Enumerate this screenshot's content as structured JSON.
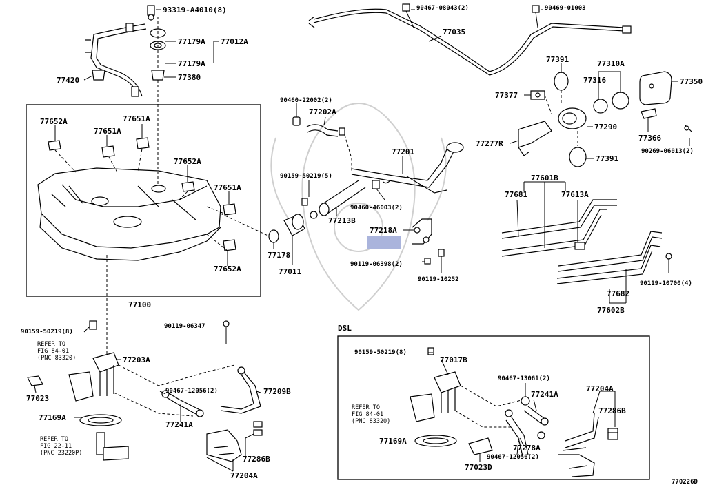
{
  "labels": {
    "p93319": "93319-A4010(8)",
    "p77179a_1": "77179A",
    "p77179a_2": "77179A",
    "p77012a": "77012A",
    "p77420": "77420",
    "p77380": "77380",
    "p77652a_1": "77652A",
    "p77651a_1": "77651A",
    "p77651a_2": "77651A",
    "p77652a_2": "77652A",
    "p77651a_3": "77651A",
    "p77652a_3": "77652A",
    "p77100": "77100",
    "p90460_22002": "90460-22002(2)",
    "p77202a": "77202A",
    "p90467_08043": "90467-08043(2)",
    "p90469_01003": "90469-01003",
    "p77035": "77035",
    "p77201": "77201",
    "p90159_50219_top": "90159-50219(5)",
    "p77213b": "77213B",
    "p90460_46003": "90460-46003(2)",
    "p77218a": "77218A",
    "p77178": "77178",
    "p77011": "77011",
    "p90119_06398": "90119-06398(2)",
    "p90119_10252": "90119-10252",
    "p77391_1": "77391",
    "p77377": "77377",
    "p77310a": "77310A",
    "p77316": "77316",
    "p77350": "77350",
    "p77290": "77290",
    "p77277r": "77277R",
    "p77366": "77366",
    "p77391_2": "77391",
    "p90269_06013": "90269-06013(2)",
    "p77601b": "77601B",
    "p77681": "77681",
    "p77613a": "77613A",
    "p90119_10700": "90119-10700(4)",
    "p77682": "77682",
    "p77602b": "77602B",
    "p90159_50219_left": "90159-50219(8)",
    "p90119_06347": "90119-06347",
    "p77203a": "77203A",
    "p77023": "77023",
    "p90467_12056_left": "90467-12056(2)",
    "p77209b": "77209B",
    "p77169a_left": "77169A",
    "p77241a_left": "77241A",
    "p77286b_left": "77286B",
    "p77204a_left": "77204A",
    "dsl": "DSL",
    "p90159_50219_dsl": "90159-50219(8)",
    "p77017b": "77017B",
    "p90467_13061": "90467-13061(2)",
    "p77204a_dsl": "77204A",
    "p77241a_dsl": "77241A",
    "p77286b_dsl": "77286B",
    "p77169a_dsl": "77169A",
    "p77278a": "77278A",
    "p77023d": "77023D",
    "p90467_12056_dsl": "90467-12056(2)",
    "drawing_no": "770226D"
  },
  "notes": {
    "refer1": [
      "REFER TO",
      "FIG 84-01",
      "(PNC 83320)"
    ],
    "refer2": [
      "REFER TO",
      "FIG 22-11",
      "(PNC 23220P)"
    ],
    "refer3": [
      "REFER TO",
      "FIG 84-01",
      "(PNC 83320)"
    ]
  },
  "colors": {
    "line": "#000000",
    "background": "#ffffff",
    "highlight": "#aab4dc",
    "watermark": "#cfcfcf"
  }
}
